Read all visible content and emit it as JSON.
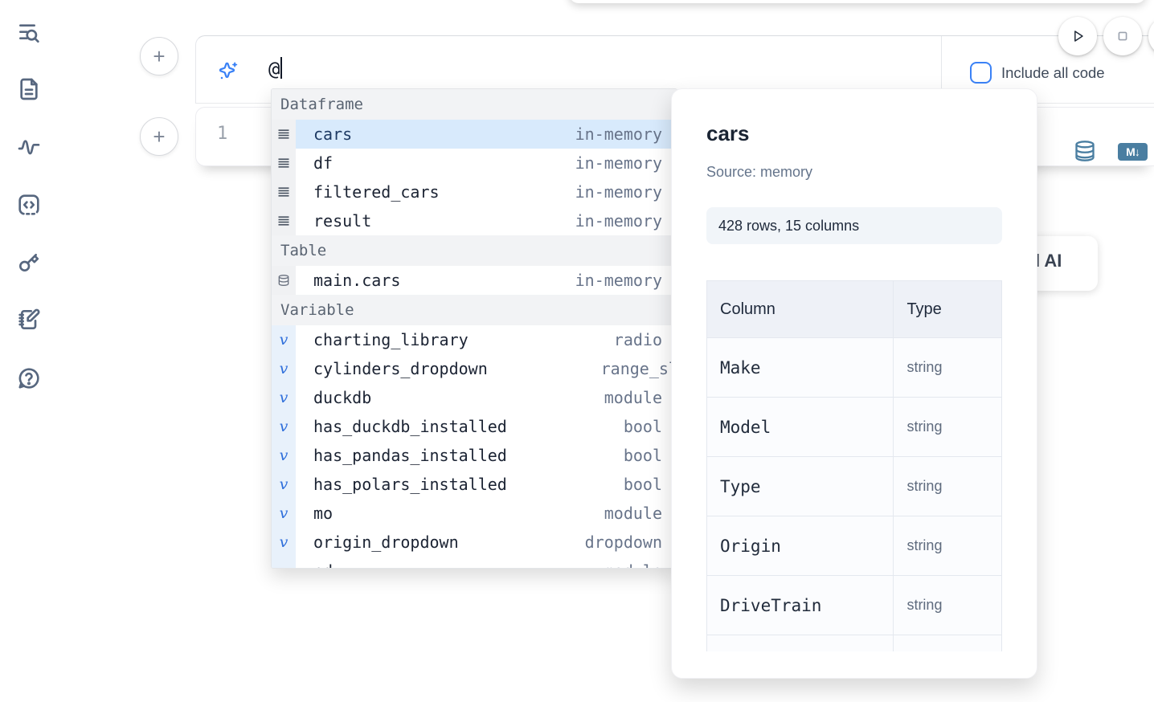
{
  "sidebar": {
    "icons": [
      "list-search-icon",
      "file-text-icon",
      "activity-icon",
      "code-snippet-icon",
      "key-icon",
      "notebook-pen-icon",
      "help-chat-icon"
    ]
  },
  "prompt_bar": {
    "typed_text": "@",
    "include_all_code_label": "Include all code",
    "checkbox_checked": false
  },
  "cell": {
    "line_number": "1",
    "markdown_badge": "M↓"
  },
  "ai_button": {
    "visible_fragment": "l AI"
  },
  "autocomplete": {
    "sections": [
      {
        "label": "Dataframe",
        "kind": "dataframe",
        "icon": "rows-icon",
        "items": [
          {
            "name": "cars",
            "type": "in-memory",
            "selected": true
          },
          {
            "name": "df",
            "type": "in-memory"
          },
          {
            "name": "filtered_cars",
            "type": "in-memory"
          },
          {
            "name": "result",
            "type": "in-memory"
          }
        ]
      },
      {
        "label": "Table",
        "kind": "table",
        "icon": "database-icon",
        "items": [
          {
            "name": "main.cars",
            "type": "in-memory"
          }
        ]
      },
      {
        "label": "Variable",
        "kind": "variable",
        "icon": "variable-icon",
        "items": [
          {
            "name": "charting_library",
            "type": "radio"
          },
          {
            "name": "cylinders_dropdown",
            "type": "range_sli",
            "overflow": true
          },
          {
            "name": "duckdb",
            "type": "module"
          },
          {
            "name": "has_duckdb_installed",
            "type": "bool"
          },
          {
            "name": "has_pandas_installed",
            "type": "bool"
          },
          {
            "name": "has_polars_installed",
            "type": "bool"
          },
          {
            "name": "mo",
            "type": "module"
          },
          {
            "name": "origin_dropdown",
            "type": "dropdown"
          },
          {
            "name": "pd",
            "type": "module"
          }
        ]
      }
    ]
  },
  "preview": {
    "title": "cars",
    "source": "Source: memory",
    "shape_badge": "428 rows, 15 columns",
    "table": {
      "headers": [
        "Column",
        "Type"
      ],
      "rows": [
        {
          "column": "Make",
          "type": "string"
        },
        {
          "column": "Model",
          "type": "string"
        },
        {
          "column": "Type",
          "type": "string"
        },
        {
          "column": "Origin",
          "type": "string"
        },
        {
          "column": "DriveTrain",
          "type": "string"
        }
      ]
    }
  },
  "colors": {
    "accent_blue": "#3b82f6",
    "steel_blue": "#4a7ea1",
    "selection_blue": "#d8eafc",
    "sidebar_icon": "#57677f",
    "badge_bg": "#f1f5f9"
  }
}
